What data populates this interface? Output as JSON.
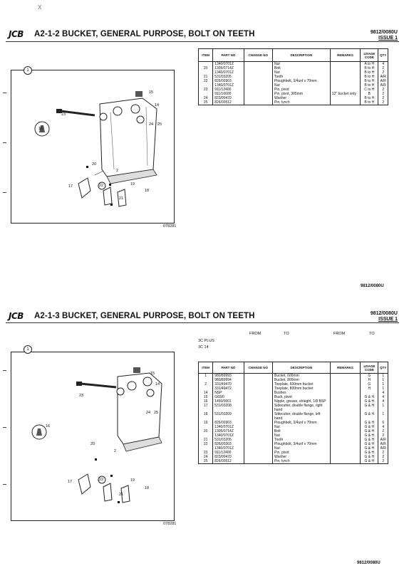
{
  "top_mark": "X",
  "brand": "JCB",
  "section1": {
    "title": "A2-1-2  BUCKET, GENERAL PURPOSE, BOLT ON TEETH",
    "doc_no": "9812/0080U",
    "issue": "ISSUE  1",
    "figure_ref": "1",
    "figure_code": "078281",
    "callouts": [
      "15",
      "14",
      "23",
      "24",
      "25",
      "16",
      "20",
      "2",
      "17",
      "22",
      "19",
      "21",
      "18"
    ],
    "table": {
      "headers": [
        "ITEM",
        "PART NO",
        "CHANGE NO",
        "DESCRIPTION",
        "REMARKS",
        "USAGE CODE",
        "QTY"
      ],
      "rows": [
        [
          "",
          "1340/0701Z",
          "",
          "Nut",
          "",
          "A to H",
          "4"
        ],
        [
          "20",
          "1305/0714Z",
          "",
          "Bolt",
          "",
          "B to H",
          "2"
        ],
        [
          "",
          "1340/0701Z",
          "",
          "Nut",
          "",
          "B to H",
          "2"
        ],
        [
          "21",
          "531/03205",
          "",
          "Tooth",
          "",
          "B to H",
          "A/R"
        ],
        [
          "22",
          "826/00303",
          "",
          "Ploughbolt, 3/4unf x 70mm",
          "",
          "B to H",
          "A/R"
        ],
        [
          "",
          "1340/0701Z",
          "",
          "Nut",
          "",
          "B to H",
          "A/R"
        ],
        [
          "23",
          "911/12400",
          "",
          "Pin, pivot",
          "",
          "C to H",
          "2"
        ],
        [
          "",
          "911/16600",
          "",
          "Pin, pivot, 305mm",
          "12\" bucket only",
          "B",
          "2"
        ],
        [
          "24",
          "823/00470",
          "",
          "Washer",
          "",
          "B to H",
          "2"
        ],
        [
          "25",
          "826/00512",
          "",
          "Pin, lynch",
          "",
          "B to H",
          "2"
        ]
      ]
    },
    "footer": "9812/0080U"
  },
  "section2": {
    "title": "A2-1-3  BUCKET, GENERAL PURPOSE, BOLT ON TEETH",
    "doc_no": "9812/0080U",
    "issue": "ISSUE  1",
    "figure_ref": "1",
    "figure_code": "078281",
    "from_to": [
      "FROM",
      "TO",
      "FROM",
      "TO"
    ],
    "variants": [
      "3C PLUS",
      "3C 14"
    ],
    "callouts": [
      "15",
      "14",
      "23",
      "24",
      "25",
      "16",
      "20",
      "2",
      "17",
      "22",
      "19",
      "21",
      "18"
    ],
    "table": {
      "headers": [
        "ITEM",
        "PART NO",
        "CHANGE NO",
        "DESCRIPTION",
        "REMARKS",
        "USAGE CODE",
        "QTY"
      ],
      "rows": [
        [
          "1",
          "980/89993",
          "",
          "Bucket, 600mm",
          "",
          "G",
          "1"
        ],
        [
          "",
          "980/89994",
          "",
          "Bucket, 800mm",
          "",
          "H",
          "1"
        ],
        [
          "2",
          "331/49470",
          "",
          "Toeplate, 600mm bucket",
          "",
          "G",
          "1"
        ],
        [
          "",
          "331/49472",
          "",
          "Toeplate, 800mm bucket",
          "",
          "H",
          "1"
        ],
        [
          "14",
          "NSP",
          "",
          "Bushes",
          "",
          "",
          "4"
        ],
        [
          "15",
          "G65/0",
          "",
          "Bush, pivot",
          "",
          "G & H",
          "4"
        ],
        [
          "16",
          "1450/0001",
          "",
          "Nipple, grease, straight, 1/8 BSP",
          "",
          "G & H",
          "4"
        ],
        [
          "17",
          "531/03208",
          "",
          "Sidecutter, double flange, right hand",
          "",
          "G & H",
          "1"
        ],
        [
          "18",
          "531/03209",
          "",
          "Sidecutter, double flange, left hand",
          "",
          "G & H",
          "1"
        ],
        [
          "19",
          "826/00303",
          "",
          "Ploughbolt, 3/4unf x 70mm",
          "",
          "G & H",
          "6"
        ],
        [
          "",
          "1340/0701Z",
          "",
          "Nut",
          "",
          "G & H",
          "4"
        ],
        [
          "20",
          "1305/0714Z",
          "",
          "Bolt",
          "",
          "G & H",
          "2"
        ],
        [
          "",
          "1340/0701Z",
          "",
          "Nut",
          "",
          "G & H",
          "2"
        ],
        [
          "21",
          "531/03205",
          "",
          "Tooth",
          "",
          "G & H",
          "A/R"
        ],
        [
          "22",
          "826/00303",
          "",
          "Ploughbolt, 3/4unf x 70mm",
          "",
          "G & H",
          "A/R"
        ],
        [
          "",
          "1340/0701Z",
          "",
          "Nut",
          "",
          "G & H",
          "A/R"
        ],
        [
          "23",
          "911/12400",
          "",
          "Pin, pivot",
          "",
          "G & H",
          "2"
        ],
        [
          "24",
          "823/00470",
          "",
          "Washer",
          "",
          "G & H",
          "2"
        ],
        [
          "25",
          "826/00512",
          "",
          "Pin, lynch",
          "",
          "G & H",
          "2"
        ]
      ]
    },
    "footer": "9812/0080U"
  }
}
